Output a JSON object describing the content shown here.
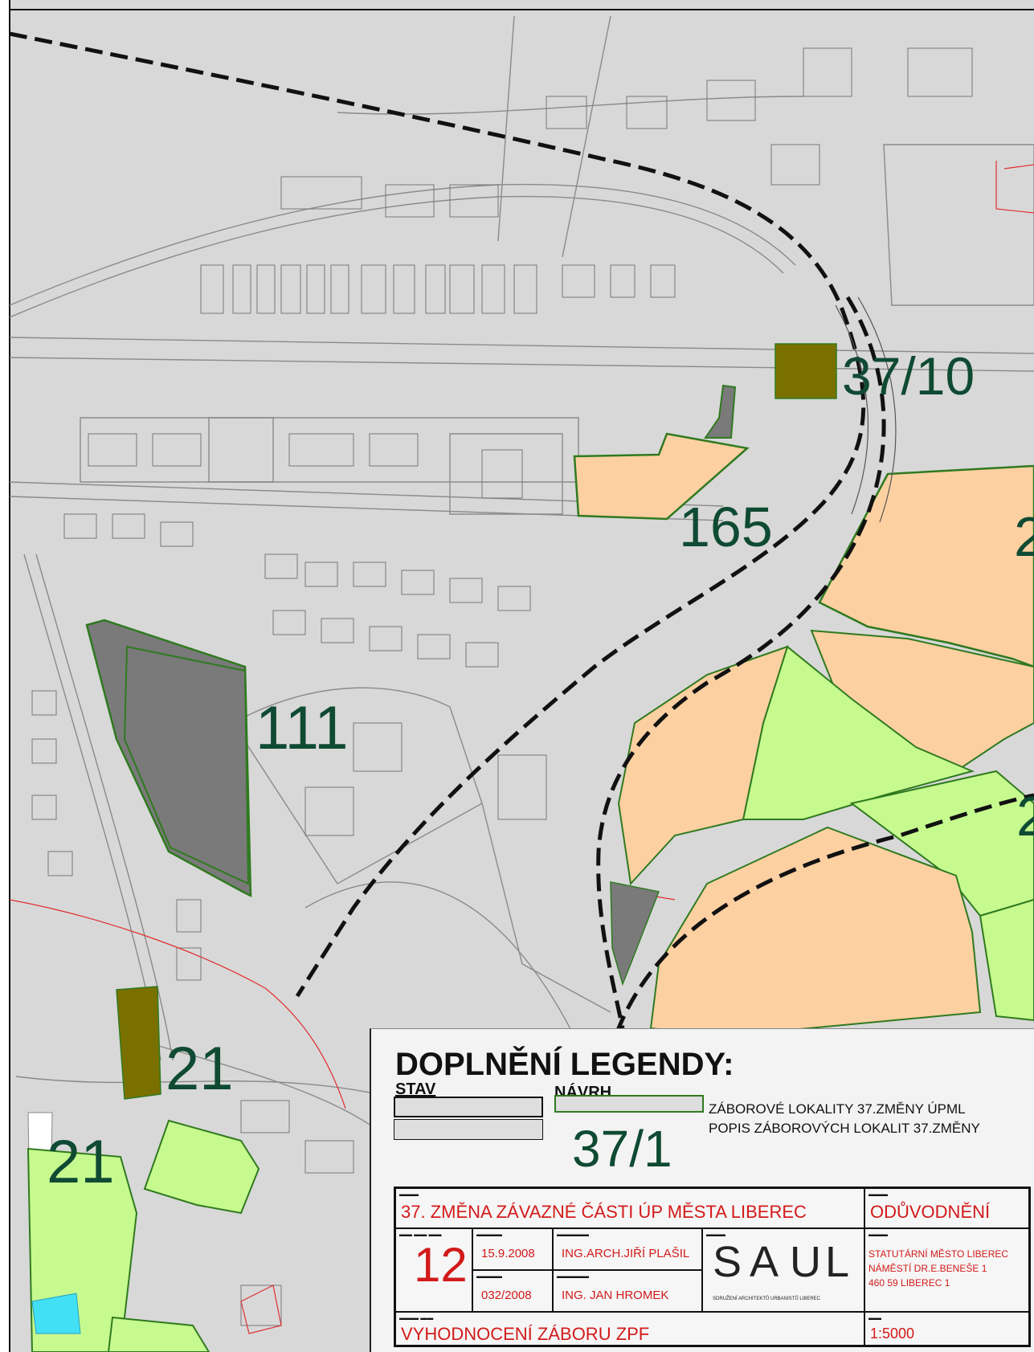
{
  "map": {
    "locality_labels": [
      {
        "id": "lbl-37-10",
        "text": "37/10"
      },
      {
        "id": "lbl-165",
        "text": "165"
      },
      {
        "id": "lbl-111",
        "text": "111"
      },
      {
        "id": "lbl-21a",
        "text": "21"
      },
      {
        "id": "lbl-21b",
        "text": "21"
      },
      {
        "id": "lbl-edge-1",
        "text": "2"
      },
      {
        "id": "lbl-edge-2",
        "text": "2"
      }
    ],
    "colors": {
      "background": "#d8d8d8",
      "orange_zone": "#fdd0a2",
      "light_green_zone": "#c6fa8e",
      "dark_gray_zone": "#7a7a7a",
      "olive_zone": "#7a7000",
      "zone_outline": "#2f7a1f",
      "label": "#0f4a33",
      "railway": "#111111",
      "boundary_red": "#e03030"
    }
  },
  "legend": {
    "title": "DOPLNĚNÍ LEGENDY:",
    "stav": "STAV",
    "navrh": "NÁVRH",
    "sample_label": "37/1",
    "desc1": "ZÁBOROVÉ LOKALITY 37.ZMĚNY ÚPML",
    "desc2": "POPIS ZÁBOROVÝCH LOKALIT 37.ZMĚNY"
  },
  "title_block": {
    "project": "37. ZMĚNA ZÁVAZNÉ ČÁSTI ÚP MĚSTA LIBEREC",
    "purpose": "ODŮVODNĚNÍ",
    "drawing_number": "12",
    "date": "15.9.2008",
    "contract": "032/2008",
    "author_responsible": "ING.ARCH.JIŘÍ PLAŠIL",
    "author_designer": "ING. JAN HROMEK",
    "logo_letters": [
      "S",
      "A",
      "U",
      "L"
    ],
    "logo_sub": "SDRUŽENÍ ARCHITEKTŮ URBANISTŮ LIBEREC",
    "client_line1": "STATUTÁRNÍ MĚSTO LIBEREC",
    "client_line2": "NÁMĚSTÍ DR.E.BENEŠE 1",
    "client_line3": "460 59 LIBEREC 1",
    "drawing_name": "VYHODNOCENÍ ZÁBORU ZPF",
    "scale": "1:5000"
  }
}
